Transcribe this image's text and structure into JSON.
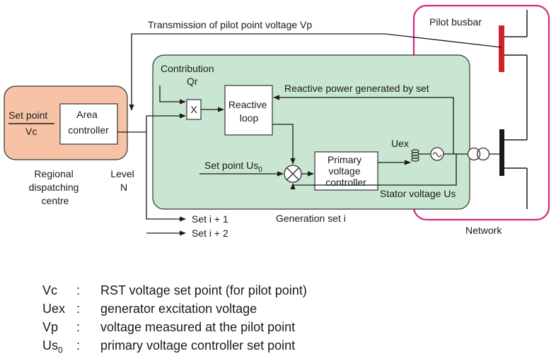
{
  "diagram": {
    "top_arrow_label": "Transmission of pilot point voltage Vp",
    "regional": {
      "set_point": "Set point",
      "vc": "Vc",
      "area_controller": [
        "Area",
        "controller"
      ],
      "caption": [
        "Regional",
        "dispatching",
        "centre"
      ]
    },
    "level": [
      "Level",
      "N"
    ],
    "generation": {
      "contribution": "Contribution",
      "qr": "Qr",
      "multiplier": "X",
      "reactive_loop": [
        "Reactive",
        "loop"
      ],
      "reactive_power_label": "Reactive power generated by set",
      "set_point_us": "Set point Us",
      "us_subscript": "0",
      "primary_controller": [
        "Primary",
        "voltage",
        "controller"
      ],
      "uex": "Uex",
      "stator_voltage": "Stator voltage Us",
      "caption": "Generation set i"
    },
    "sets": [
      "Set i + 1",
      "Set i + 2"
    ],
    "network": {
      "pilot_busbar": "Pilot busbar",
      "caption": "Network"
    }
  },
  "legend": [
    {
      "symbol": "Vc",
      "sub": "",
      "desc": "RST voltage set point (for pilot point)"
    },
    {
      "symbol": "Uex",
      "sub": "",
      "desc": "generator excitation voltage"
    },
    {
      "symbol": "Vp",
      "sub": "",
      "desc": "voltage measured at the pilot point"
    },
    {
      "symbol": "Us",
      "sub": "0",
      "desc": "primary voltage controller set point"
    }
  ],
  "colors": {
    "regional_fill": "#f6c3a6",
    "generation_fill": "#c9e6d2",
    "network_border": "#d4267e",
    "pilot_busbar": "#d0222a"
  }
}
